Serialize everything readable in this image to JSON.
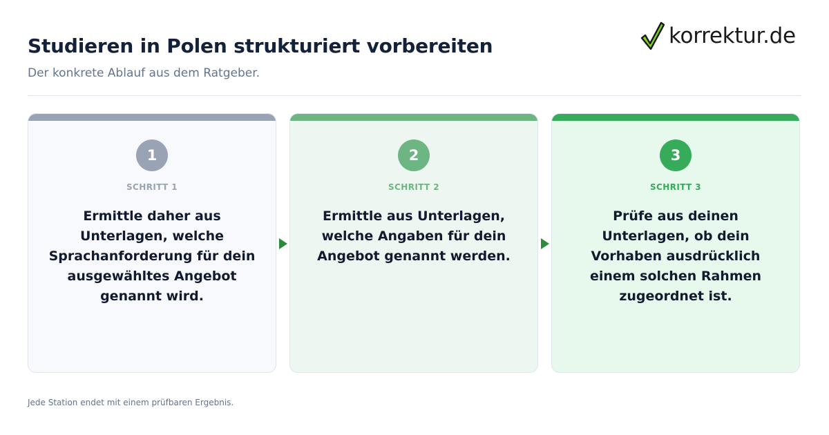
{
  "header": {
    "title": "Studieren in Polen strukturiert vorbereiten",
    "subtitle": "Der konkrete Ablauf aus dem Ratgeber."
  },
  "logo": {
    "text": "korrektur.de",
    "icon": "checkmark-icon",
    "icon_color": "#7ed321"
  },
  "steps": [
    {
      "number": "1",
      "label": "SCHRITT 1",
      "text": "Ermittle daher aus Unterlagen, welche Sprachanforderung für dein ausgewähltes Angebot genannt wird.",
      "color": "#9aa3b4"
    },
    {
      "number": "2",
      "label": "SCHRITT 2",
      "text": "Ermittle aus Unterlagen, welche Angaben für dein Angebot genannt werden.",
      "color": "#6db583"
    },
    {
      "number": "3",
      "label": "SCHRITT 3",
      "text": "Prüfe aus deinen Unterlagen, ob dein Vorhaben ausdrücklich einem solchen Rahmen zugeordnet ist.",
      "color": "#36ac5a"
    }
  ],
  "arrow_color": "#2e8b3d",
  "footnote": "Jede Station endet mit einem prüfbaren Ergebnis."
}
